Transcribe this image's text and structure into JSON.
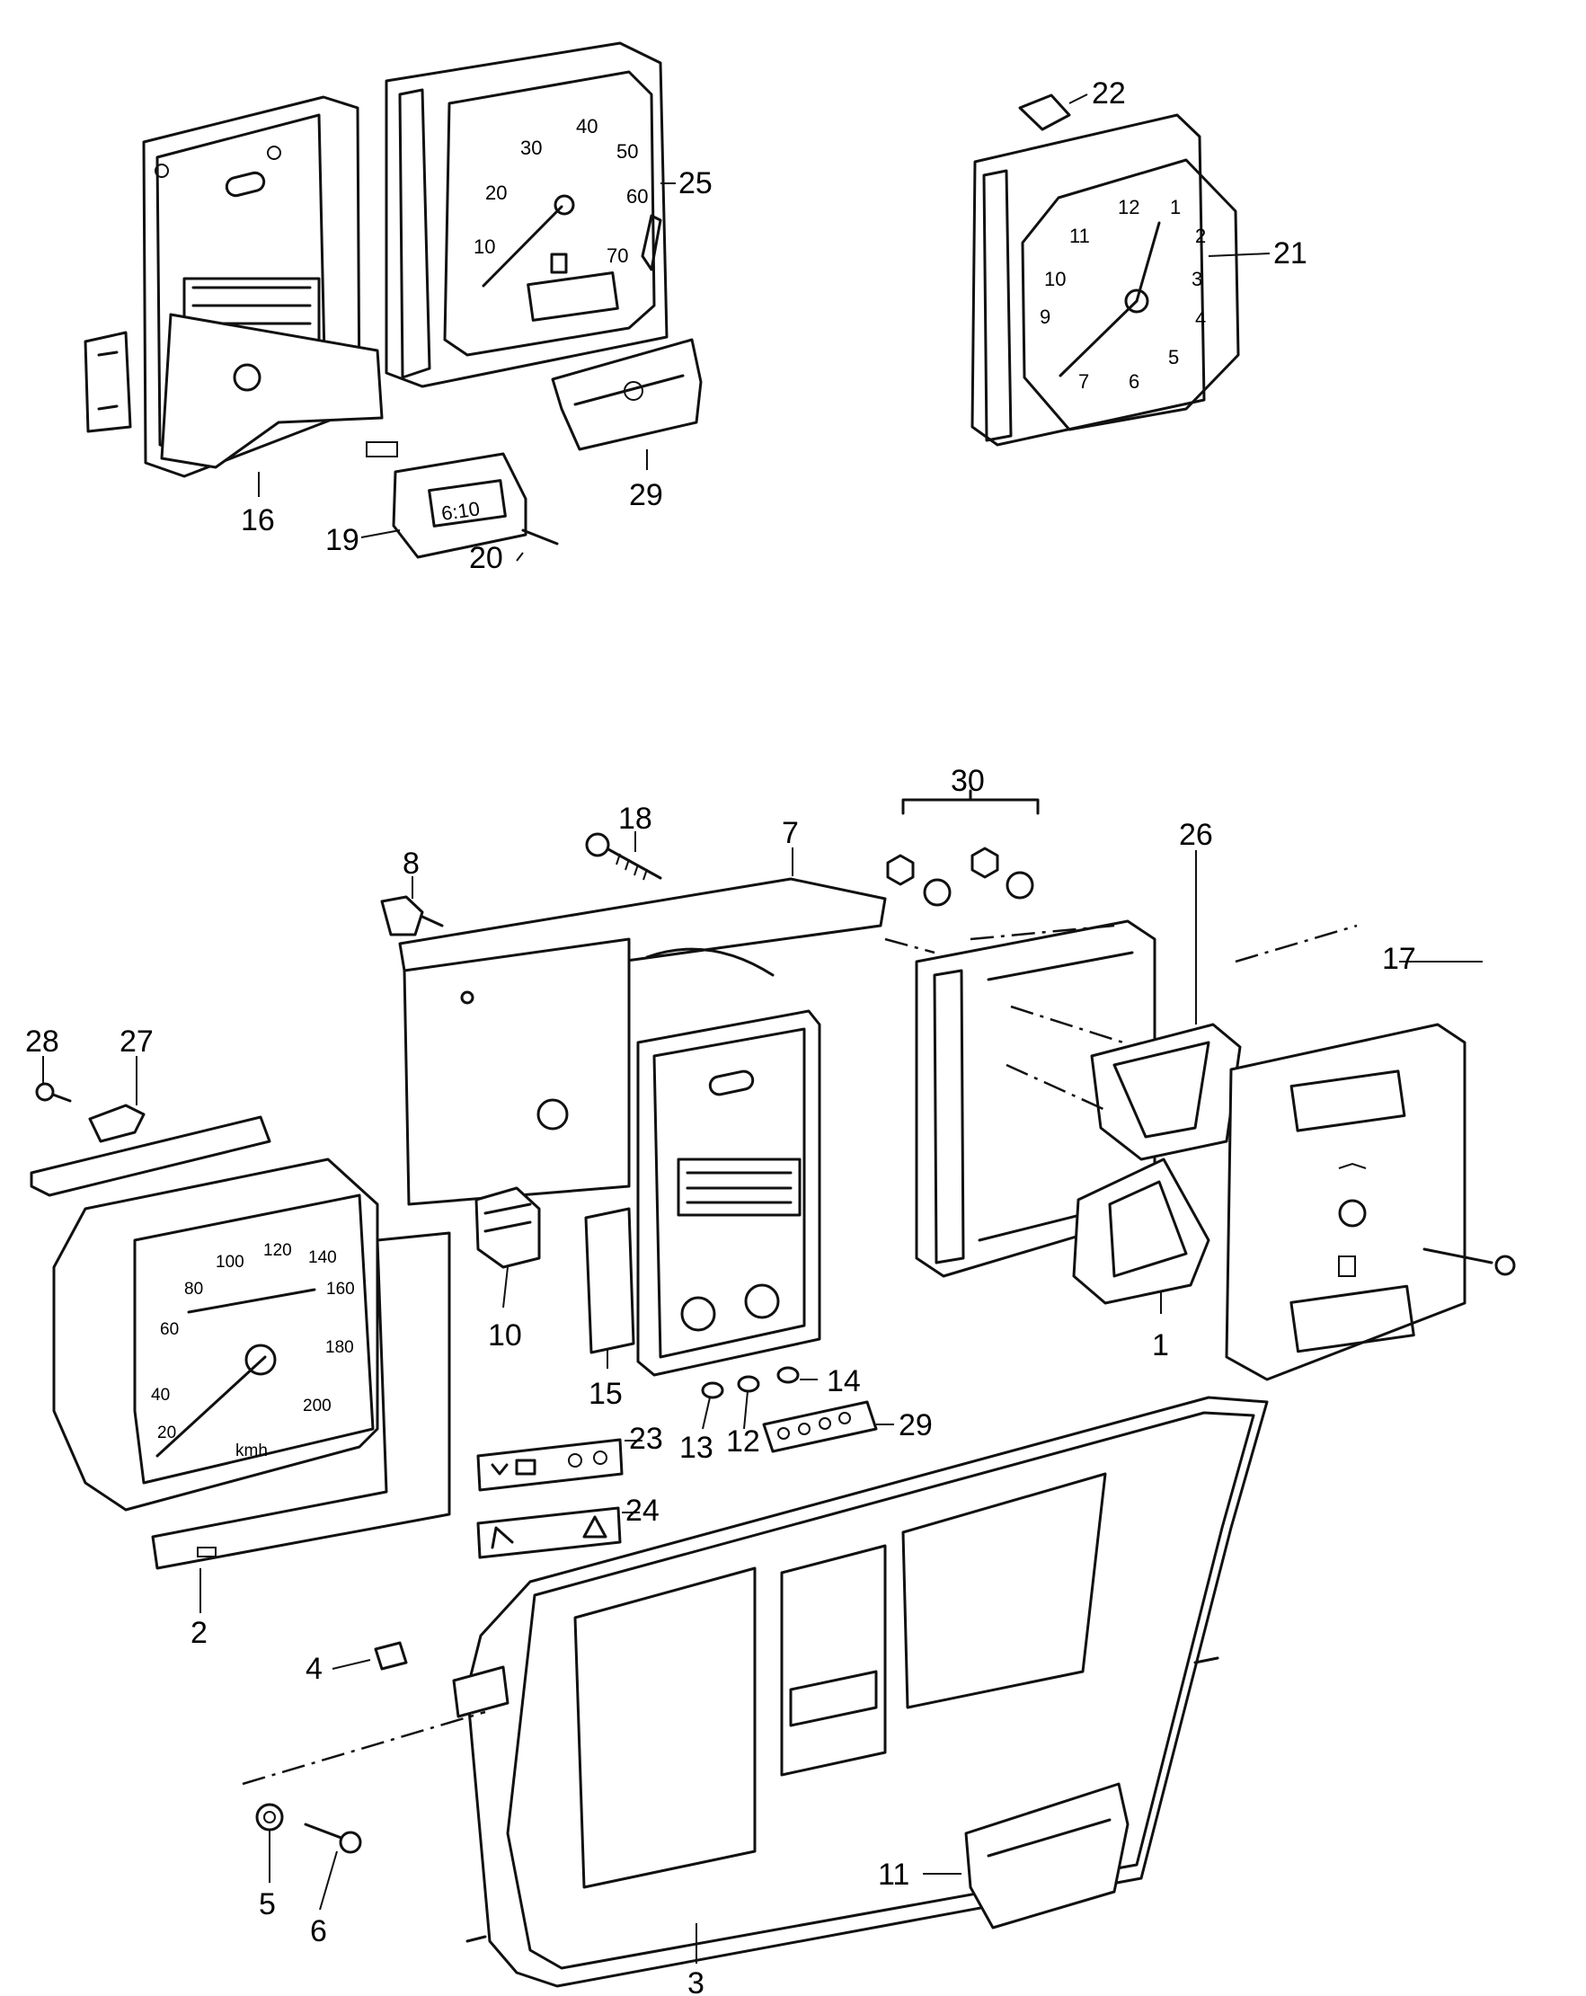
{
  "callouts": {
    "c1": "1",
    "c2": "2",
    "c3": "3",
    "c4": "4",
    "c5": "5",
    "c6": "6",
    "c7": "7",
    "c8": "8",
    "c10": "10",
    "c11": "11",
    "c12": "12",
    "c13": "13",
    "c14": "14",
    "c15": "15",
    "c16": "16",
    "c17": "17",
    "c18": "18",
    "c19": "19",
    "c20": "20",
    "c21": "21",
    "c22": "22",
    "c23": "23",
    "c24": "24",
    "c25": "25",
    "c26": "26",
    "c27": "27",
    "c28": "28",
    "c29a": "29",
    "c29b": "29",
    "c30": "30"
  },
  "tachometer_scale": [
    "10",
    "20",
    "30",
    "40",
    "50",
    "60",
    "70"
  ],
  "clock_numerals": [
    "12",
    "1",
    "2",
    "3",
    "4",
    "5",
    "6",
    "7",
    "9",
    "10",
    "11"
  ],
  "speedometer_scale": [
    "20",
    "40",
    "60",
    "80",
    "100",
    "120",
    "140",
    "160",
    "180",
    "200"
  ],
  "speedometer_unit": "kmh",
  "clock_module_display": "6:10"
}
